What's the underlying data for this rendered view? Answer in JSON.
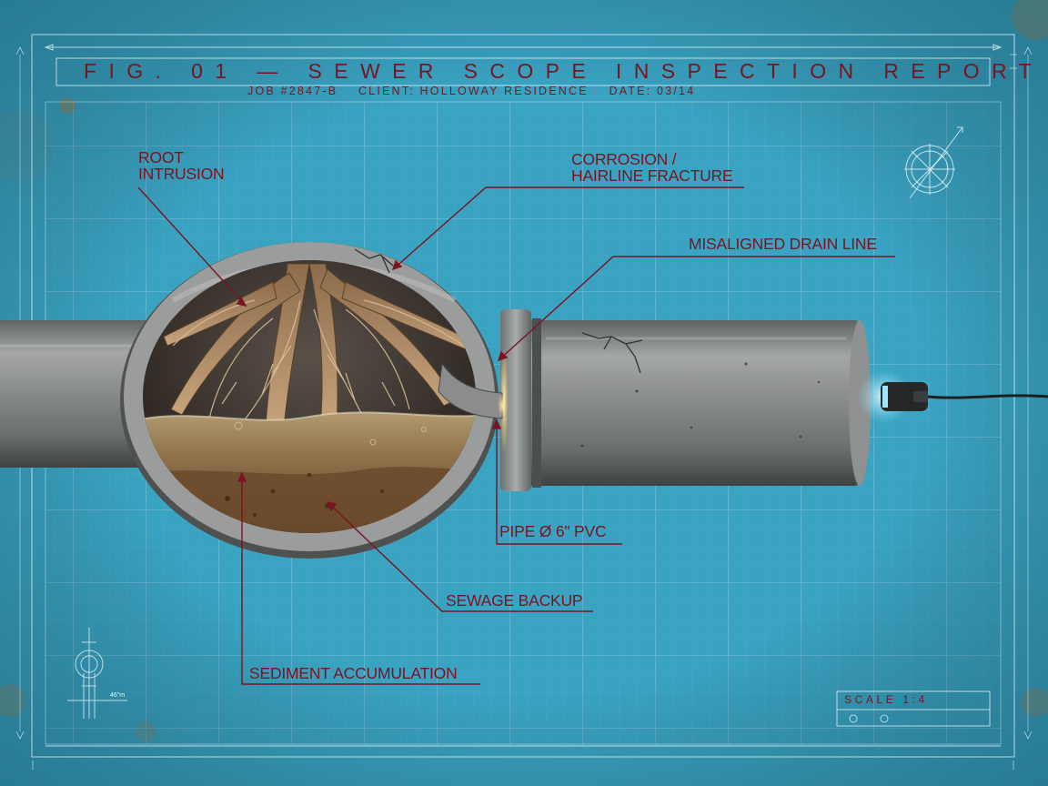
{
  "header": {
    "title": "FIG. 01 — SEWER SCOPE INSPECTION REPORT",
    "subtitle": "JOB #2847-B    CLIENT: HOLLOWAY RESIDENCE    DATE: 03/14"
  },
  "annotations": {
    "root_intrusion": "ROOT\nINTRUSION",
    "corrosion": "CORROSION /\nHAIRLINE FRACTURE",
    "misaligned": "MISALIGNED DRAIN LINE",
    "pipe_spec": "PIPE Ø 6\" PVC",
    "sewage_backup": "SEWAGE BACKUP",
    "sediment": "SEDIMENT ACCUMULATION"
  },
  "scale_box": {
    "label": "SCALE 1:4"
  },
  "detail_dimension": "46\"m",
  "colors": {
    "blueprint": "#3aa3c2",
    "annotation": "#7a1420",
    "concrete": "#8d8f8f",
    "sediment": "#7a5a36"
  }
}
